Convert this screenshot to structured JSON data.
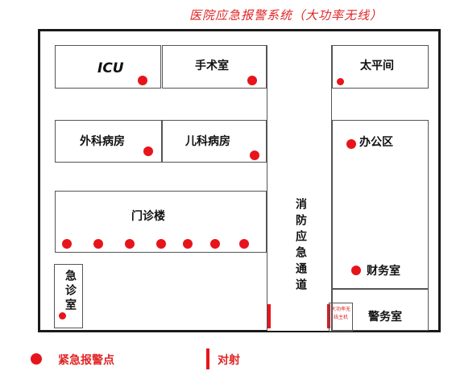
{
  "title": "医院应急报警系统（大功率无线）",
  "rooms": {
    "icu": "ICU",
    "surgery": "手术室",
    "morgue": "太平间",
    "surgical_ward": "外科病房",
    "pediatric_ward": "儿科病房",
    "office": "办公区",
    "outpatient": "门诊楼",
    "emergency": "急诊室",
    "corridor": "消防应急通道",
    "finance": "财务室",
    "security": "警务室"
  },
  "tiny_box_text": "大功率无线主机",
  "legend": {
    "alarm_point": "紧急报警点",
    "beam": "对射"
  },
  "colors": {
    "alarm": "#e8141b",
    "title": "#e02424",
    "walls": "#1a1a1a"
  }
}
